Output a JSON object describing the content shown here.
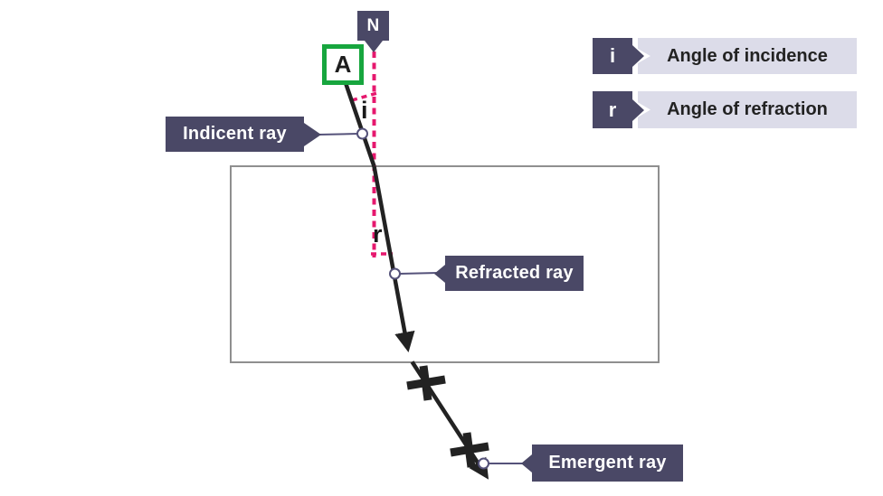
{
  "colors": {
    "slate": "#4a4866",
    "lavender": "#dcdce9",
    "pink": "#e6186e",
    "green": "#17a63e",
    "ink": "#222222",
    "blockBorder": "#8f8f8f",
    "connector": "#55527a",
    "legendText": "#222222"
  },
  "tags": {
    "normal": "N",
    "point": "A",
    "incident": "Indicent ray",
    "refracted": "Refracted ray",
    "emergent": "Emergent ray",
    "angle_i": "i",
    "angle_r": "r"
  },
  "legend": {
    "items": [
      {
        "symbol": "i",
        "label": "Angle of incidence"
      },
      {
        "symbol": "r",
        "label": "Angle of refraction"
      }
    ]
  }
}
